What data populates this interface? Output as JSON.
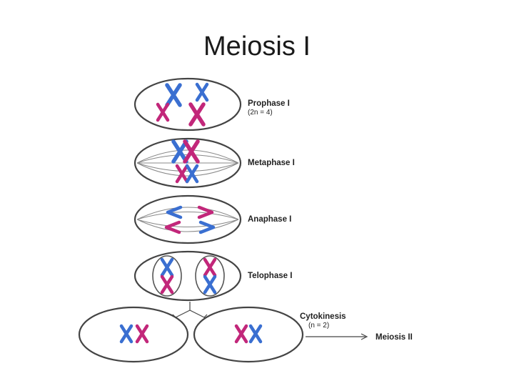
{
  "title": "Meiosis I",
  "stages": {
    "prophase": {
      "label": "Prophase I",
      "sub": "(2n = 4)"
    },
    "metaphase": {
      "label": "Metaphase I"
    },
    "anaphase": {
      "label": "Anaphase I"
    },
    "telophase": {
      "label": "Telophase I"
    },
    "cytokinesis": {
      "label": "Cytokinesis",
      "sub": "(n = 2)"
    },
    "next": {
      "label": "Meiosis II"
    }
  },
  "colors": {
    "blue": "#3a6fd1",
    "magenta": "#c2277a",
    "outline": "#444444"
  }
}
